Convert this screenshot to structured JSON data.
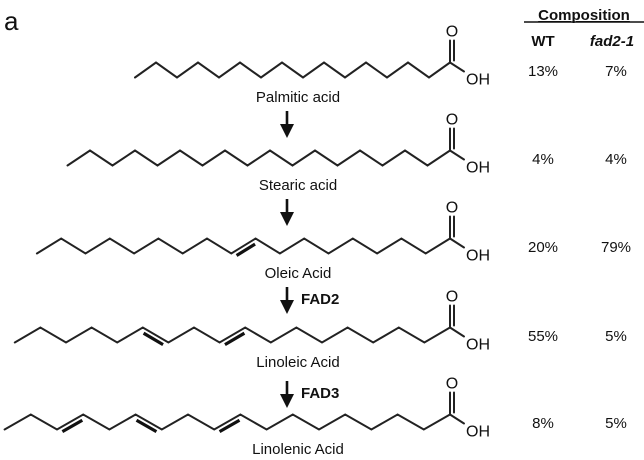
{
  "panel_label": "a",
  "table_header": {
    "title": "Composition",
    "col_wt": "WT",
    "col_mutant": "fad2-1"
  },
  "acids": [
    {
      "name": "Palmitic acid",
      "carbons": 16,
      "double_bonds": [],
      "carboxyl": "OH",
      "oxygen": "O",
      "wt": "13%",
      "mutant": "7%"
    },
    {
      "name": "Stearic acid",
      "carbons": 18,
      "double_bonds": [],
      "carboxyl": "OH",
      "oxygen": "O",
      "wt": "4%",
      "mutant": "4%"
    },
    {
      "name": "Oleic Acid",
      "carbons": 18,
      "double_bonds": [
        9
      ],
      "carboxyl": "OH",
      "oxygen": "O",
      "wt": "20%",
      "mutant": "79%"
    },
    {
      "name": "Linoleic Acid",
      "carbons": 18,
      "double_bonds": [
        9,
        12
      ],
      "carboxyl": "OH",
      "oxygen": "O",
      "wt": "55%",
      "mutant": "5%"
    },
    {
      "name": "Linolenic Acid",
      "carbons": 18,
      "double_bonds": [
        9,
        12,
        15
      ],
      "carboxyl": "OH",
      "oxygen": "O",
      "wt": "8%",
      "mutant": "5%"
    }
  ],
  "arrows": [
    {
      "enzyme": ""
    },
    {
      "enzyme": ""
    },
    {
      "enzyme": "FAD2"
    },
    {
      "enzyme": "FAD3"
    }
  ]
}
